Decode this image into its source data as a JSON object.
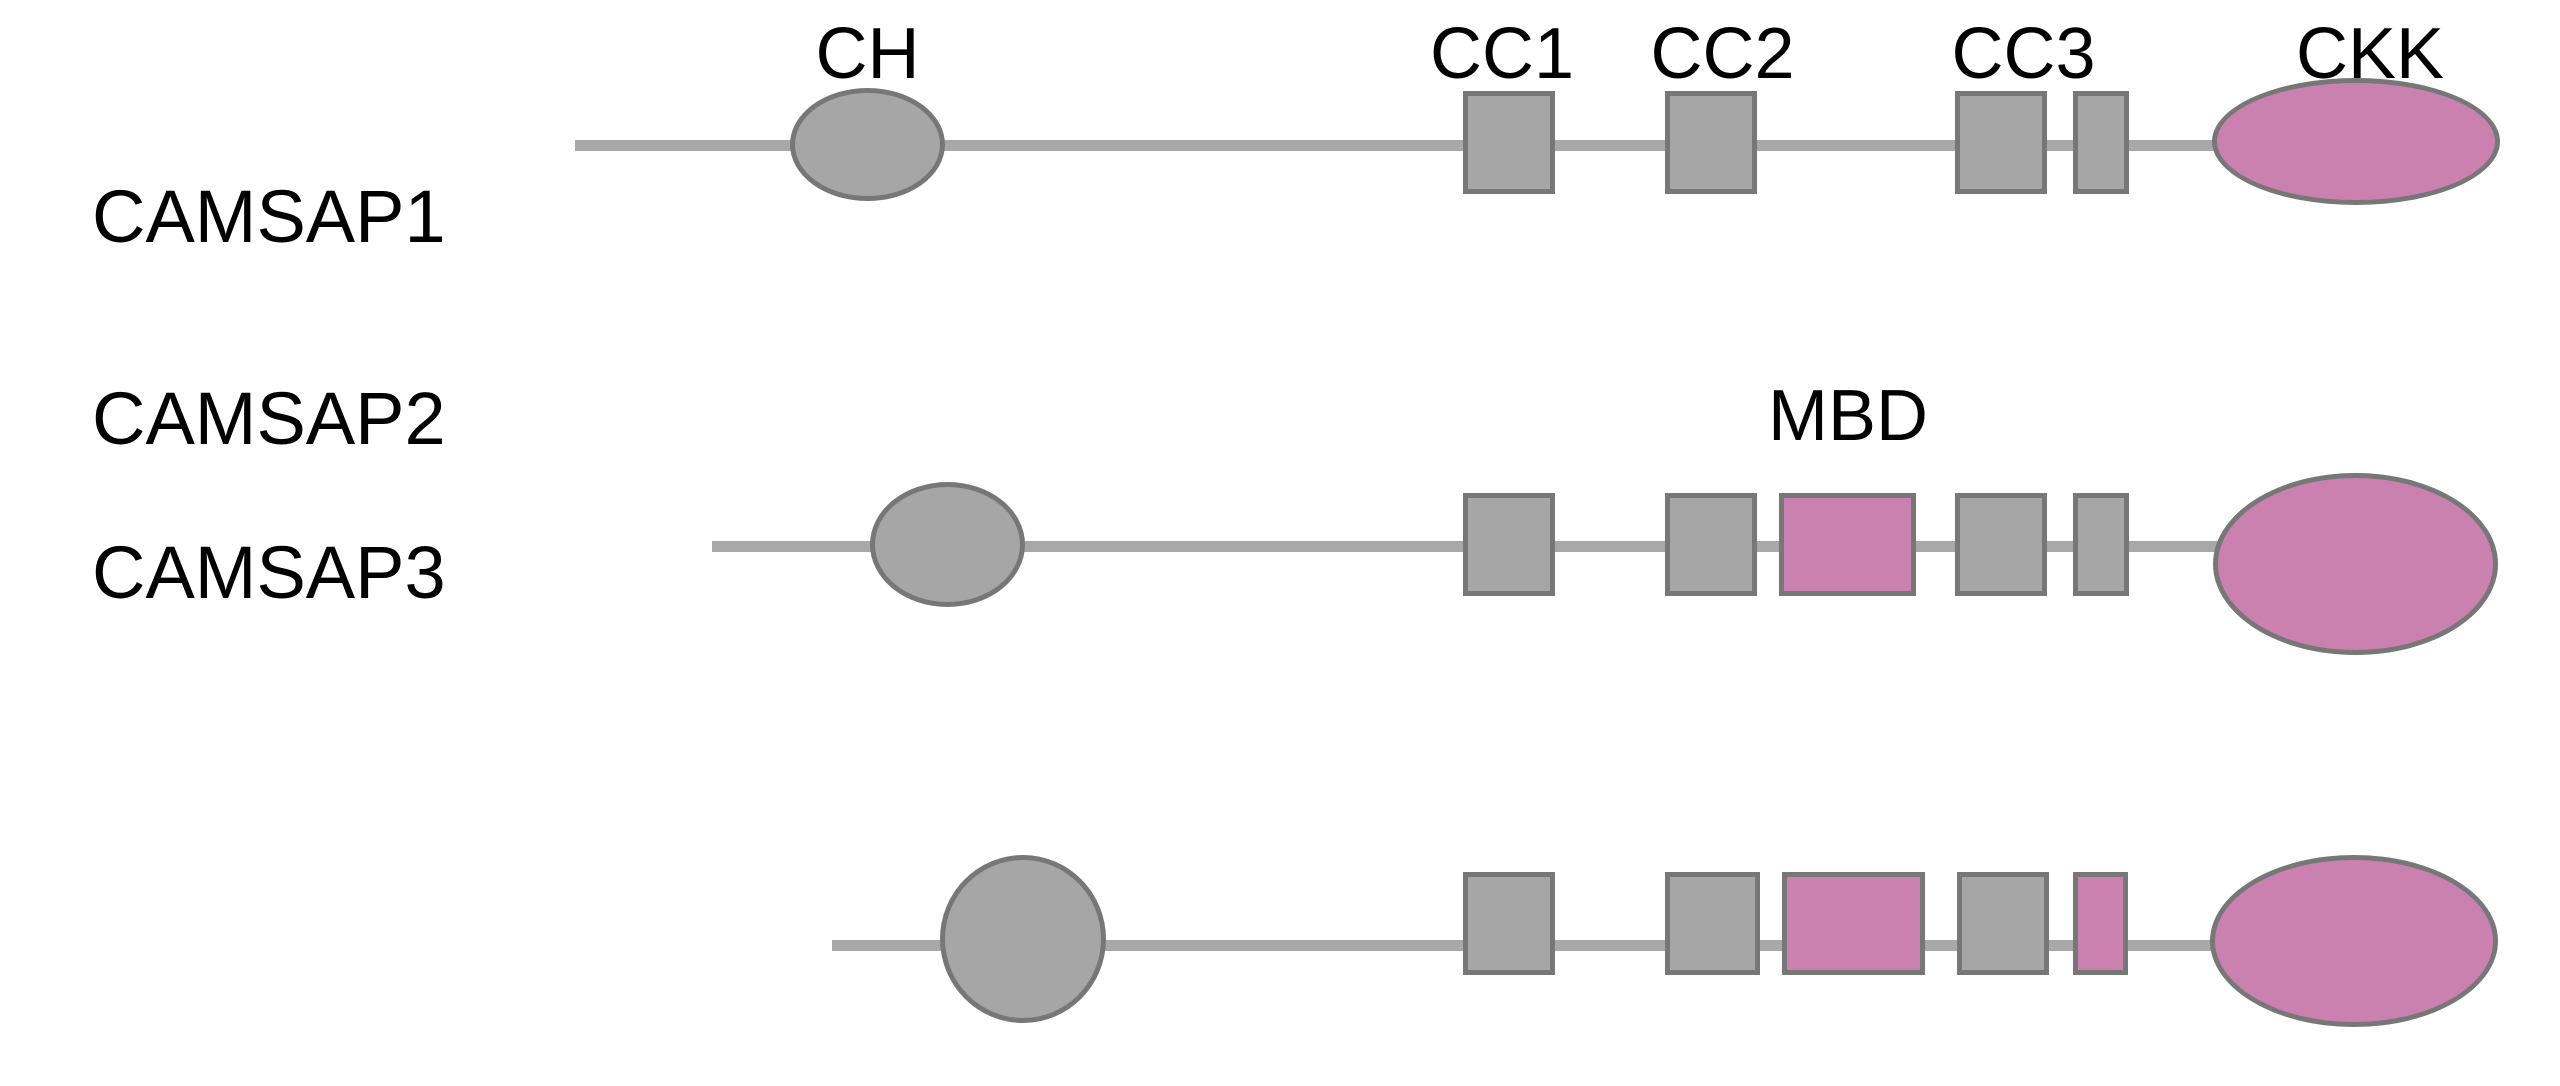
{
  "figure": {
    "type": "protein-domain-diagram",
    "background_color": "#ffffff",
    "colors": {
      "gray_fill": "#A6A6A6",
      "gray_border": "#777777",
      "pink_fill": "#CB81AF",
      "backbone_line": "#A8A8A8",
      "text": "#000000"
    }
  },
  "domain_labels": {
    "ch": "CH",
    "cc1": "CC1",
    "cc2": "CC2",
    "cc3": "CC3",
    "ckk": "CKK",
    "mbd": "MBD"
  },
  "proteins": [
    {
      "name": "CAMSAP1",
      "domains": [
        "CH",
        "CC1",
        "CC2",
        "CC3",
        "CC3b",
        "CKK"
      ],
      "mbd_present": false,
      "cc3b_color": "gray",
      "ckk_color": "pink",
      "ch_color": "gray"
    },
    {
      "name": "CAMSAP2",
      "domains": [
        "CH",
        "CC1",
        "CC2",
        "MBD",
        "CC3",
        "CC3b",
        "CKK"
      ],
      "mbd_present": true,
      "mbd_color": "pink",
      "cc3b_color": "gray",
      "ckk_color": "pink",
      "ch_color": "gray"
    },
    {
      "name": "CAMSAP3",
      "domains": [
        "CH",
        "CC1",
        "CC2",
        "MBD",
        "CC3",
        "CC3b",
        "CKK"
      ],
      "mbd_present": true,
      "mbd_color": "pink",
      "cc3b_color": "pink",
      "ckk_color": "pink",
      "ch_color": "gray"
    }
  ]
}
